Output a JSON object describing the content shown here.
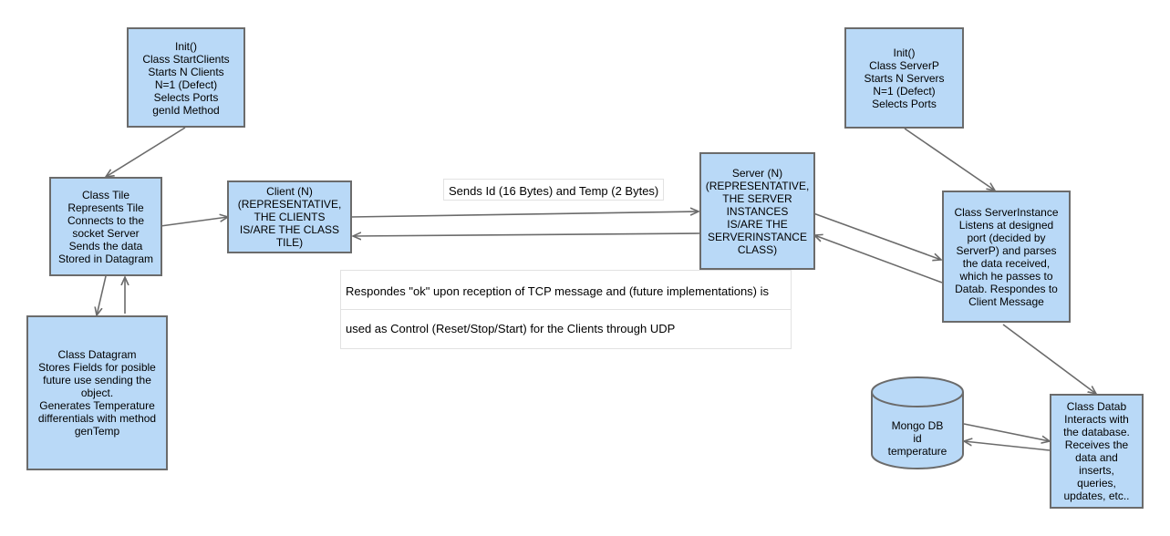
{
  "boxes": {
    "init_clients": "Init()\nClass StartClients\nStarts N Clients\nN=1 (Defect)\nSelects Ports\ngenId Method",
    "class_tile": "Class Tile\nRepresents Tile\nConnects to the\nsocket Server\nSends the data\nStored in Datagram",
    "class_datagram": "Class Datagram\nStores Fields for posible\nfuture use sending the\nobject.\nGenerates Temperature\ndifferentials with method\ngenTemp",
    "client": "Client (N)\n(REPRESENTATIVE,\nTHE CLIENTS\nIS/ARE THE CLASS\nTILE)",
    "server": "Server (N)\n(REPRESENTATIVE,\nTHE SERVER\nINSTANCES\nIS/ARE THE\nSERVERINSTANCE\nCLASS)",
    "init_server": "Init()\nClass ServerP\nStarts N Servers\nN=1 (Defect)\nSelects Ports",
    "server_instance": "Class ServerInstance\nListens at designed\nport (decided by\nServerP) and parses\nthe data received,\nwhich he passes to\nDatab. Respondes to\nClient Message",
    "class_datab": "Class Datab\nInteracts with\nthe database.\nReceives the\ndata and\ninserts,\nqueries,\nupdates, etc..",
    "mongo_db": "Mongo DB\nid\ntemperature"
  },
  "labels": {
    "sends": "Sends Id (16 Bytes) and Temp (2 Bytes)",
    "respondes_line1": "Respondes \"ok\" upon reception of TCP message and (future implementations) is",
    "respondes_line2": "used as Control (Reset/Stop/Start) for the Clients through UDP"
  },
  "colors": {
    "box_fill": "#b9d9f7",
    "box_border": "#6b6b6b",
    "arrow": "#6b6b6b"
  }
}
